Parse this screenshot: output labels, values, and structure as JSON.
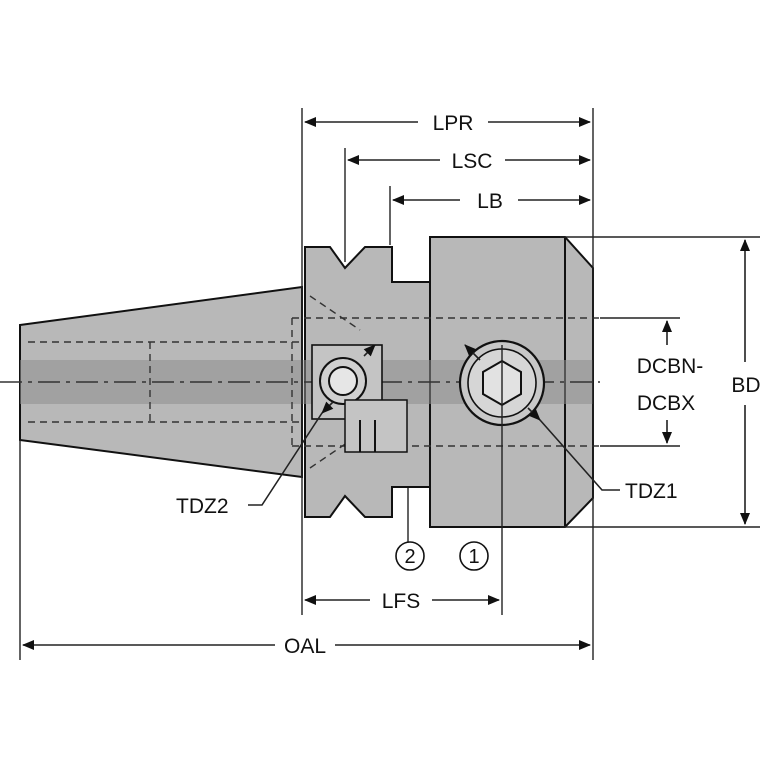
{
  "labels": {
    "lpr": "LPR",
    "lsc": "LSC",
    "lb": "LB",
    "dcbn": "DCBN-",
    "dcbx": "DCBX",
    "bd": "BD",
    "tdz1": "TDZ1",
    "tdz2": "TDZ2",
    "lfs": "LFS",
    "oal": "OAL",
    "marker_1": "1",
    "marker_2": "2"
  },
  "colors": {
    "body": "#b8b8b8",
    "band": "#8e8e8e",
    "line": "#111111"
  }
}
